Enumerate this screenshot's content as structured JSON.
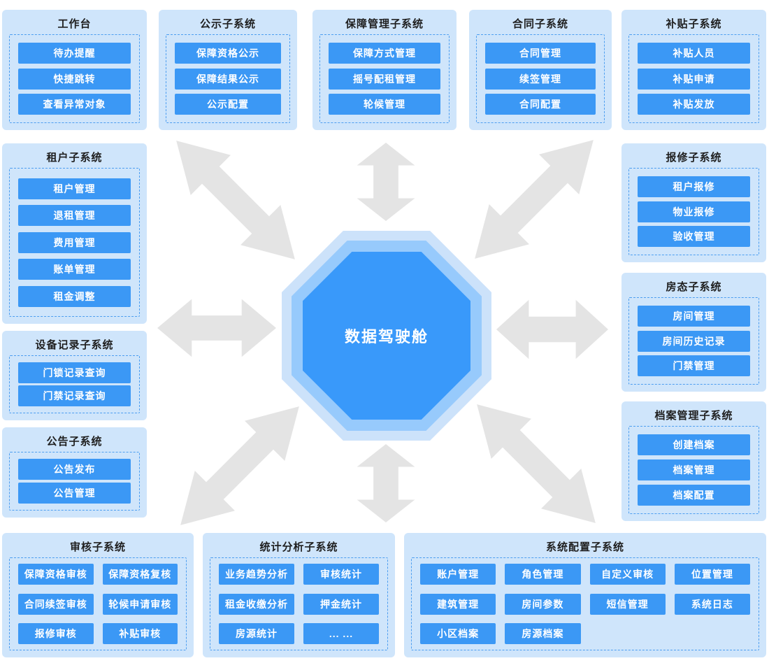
{
  "center": {
    "label": "数据驾驶舱"
  },
  "colors": {
    "accent_button": "#3b98f5",
    "panel_background": "#cfe5fb",
    "dashed_border": "#4d9ef0",
    "arrow_gray": "#e4e4e4",
    "octagon_outer_ring": "#cce2fa",
    "octagon_middle_ring": "#97cafc",
    "octagon_core": "#3999fa",
    "button_text": "#ffffff",
    "title_text": "#1f1f1f"
  },
  "panels": [
    {
      "id": "workbench",
      "title": "工作台",
      "columns": 1,
      "items": [
        "待办提醒",
        "快捷跳转",
        "查看异常对象"
      ]
    },
    {
      "id": "publicity",
      "title": "公示子系统",
      "columns": 1,
      "items": [
        "保障资格公示",
        "保障结果公示",
        "公示配置"
      ]
    },
    {
      "id": "guarantee-mgmt",
      "title": "保障管理子系统",
      "columns": 1,
      "items": [
        "保障方式管理",
        "摇号配租管理",
        "轮候管理"
      ]
    },
    {
      "id": "contract",
      "title": "合同子系统",
      "columns": 1,
      "items": [
        "合同管理",
        "续签管理",
        "合同配置"
      ]
    },
    {
      "id": "subsidy",
      "title": "补贴子系统",
      "columns": 1,
      "items": [
        "补贴人员",
        "补贴申请",
        "补贴发放"
      ]
    },
    {
      "id": "tenant",
      "title": "租户子系统",
      "columns": 1,
      "items": [
        "租户管理",
        "退租管理",
        "费用管理",
        "账单管理",
        "租金调整"
      ]
    },
    {
      "id": "device-records",
      "title": "设备记录子系统",
      "columns": 1,
      "items": [
        "门锁记录查询",
        "门禁记录查询"
      ]
    },
    {
      "id": "announcement",
      "title": "公告子系统",
      "columns": 1,
      "items": [
        "公告发布",
        "公告管理"
      ]
    },
    {
      "id": "repair",
      "title": "报修子系统",
      "columns": 1,
      "items": [
        "租户报修",
        "物业报修",
        "验收管理"
      ]
    },
    {
      "id": "room-status",
      "title": "房态子系统",
      "columns": 1,
      "items": [
        "房间管理",
        "房间历史记录",
        "门禁管理"
      ]
    },
    {
      "id": "archive-mgmt",
      "title": "档案管理子系统",
      "columns": 1,
      "items": [
        "创建档案",
        "档案管理",
        "档案配置"
      ]
    },
    {
      "id": "audit",
      "title": "审核子系统",
      "columns": 2,
      "items": [
        "保障资格审核",
        "保障资格复核",
        "合同续签审核",
        "轮候申请审核",
        "报修审核",
        "补贴审核"
      ]
    },
    {
      "id": "statistics",
      "title": "统计分析子系统",
      "columns": 2,
      "items": [
        "业务趋势分析",
        "审核统计",
        "租金收缴分析",
        "押金统计",
        "房源统计",
        "... ..."
      ]
    },
    {
      "id": "system-config",
      "title": "系统配置子系统",
      "columns": 4,
      "items": [
        "账户管理",
        "角色管理",
        "自定义审核",
        "位置管理",
        "建筑管理",
        "房间参数",
        "短信管理",
        "系统日志",
        "小区档案",
        "房源档案"
      ]
    }
  ]
}
